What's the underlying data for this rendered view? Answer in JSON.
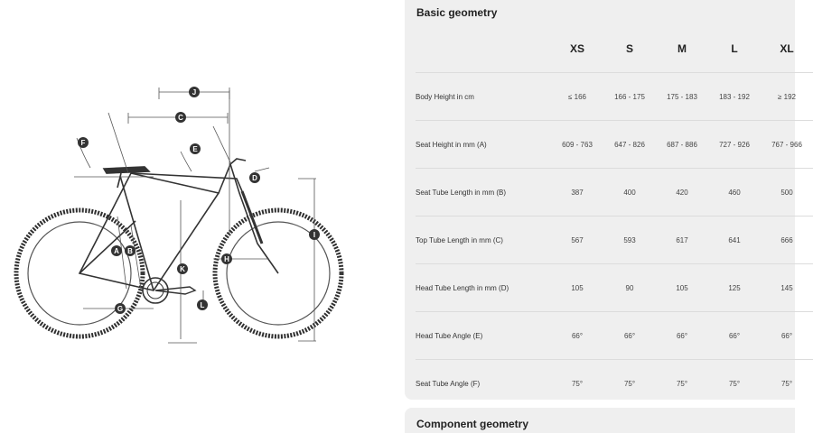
{
  "diagram": {
    "labels": [
      "A",
      "B",
      "C",
      "D",
      "E",
      "F",
      "G",
      "H",
      "I",
      "J",
      "K",
      "L"
    ]
  },
  "geometry": {
    "title": "Basic geometry",
    "sizes": [
      "XS",
      "S",
      "M",
      "L",
      "XL"
    ],
    "rows": [
      {
        "label": "Body Height in cm",
        "values": [
          "≤ 166",
          "166 - 175",
          "175 - 183",
          "183 - 192",
          "≥ 192"
        ]
      },
      {
        "label": "Seat Height in mm (A)",
        "values": [
          "609 - 763",
          "647 - 826",
          "687 - 886",
          "727 - 926",
          "767 - 966"
        ]
      },
      {
        "label": "Seat Tube Length in mm (B)",
        "values": [
          "387",
          "400",
          "420",
          "460",
          "500"
        ]
      },
      {
        "label": "Top Tube Length in mm (C)",
        "values": [
          "567",
          "593",
          "617",
          "641",
          "666"
        ]
      },
      {
        "label": "Head Tube Length in mm (D)",
        "values": [
          "105",
          "90",
          "105",
          "125",
          "145"
        ]
      },
      {
        "label": "Head Tube Angle (E)",
        "values": [
          "66°",
          "66°",
          "66°",
          "66°",
          "66°"
        ]
      },
      {
        "label": "Seat Tube Angle (F)",
        "values": [
          "75°",
          "75°",
          "75°",
          "75°",
          "75°"
        ]
      }
    ]
  },
  "component": {
    "title": "Component geometry"
  }
}
